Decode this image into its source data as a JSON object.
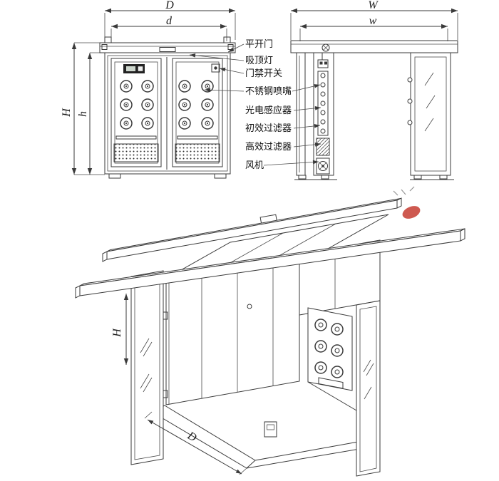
{
  "colors": {
    "line": "#3a3a3a",
    "watermark_red": "#c9483e"
  },
  "front_view": {
    "dim_top_outer": "D",
    "dim_top_inner": "d",
    "dim_left_outer": "H",
    "dim_left_inner": "h"
  },
  "side_view": {
    "dim_top_outer": "W",
    "dim_top_inner": "w"
  },
  "callouts": [
    {
      "id": "swing-door",
      "label": "平开门"
    },
    {
      "id": "ceiling-lamp",
      "label": "吸顶灯"
    },
    {
      "id": "door-interlock-switch",
      "label": "门禁开关"
    },
    {
      "id": "stainless-nozzle",
      "label": "不锈钢喷嘴"
    },
    {
      "id": "photo-sensor",
      "label": "光电感应器"
    },
    {
      "id": "primary-filter",
      "label": "初效过滤器"
    },
    {
      "id": "hepa-filter",
      "label": "高效过滤器"
    },
    {
      "id": "fan",
      "label": "风机"
    }
  ],
  "iso_view": {
    "dim_height": "H",
    "dim_depth": "D"
  }
}
